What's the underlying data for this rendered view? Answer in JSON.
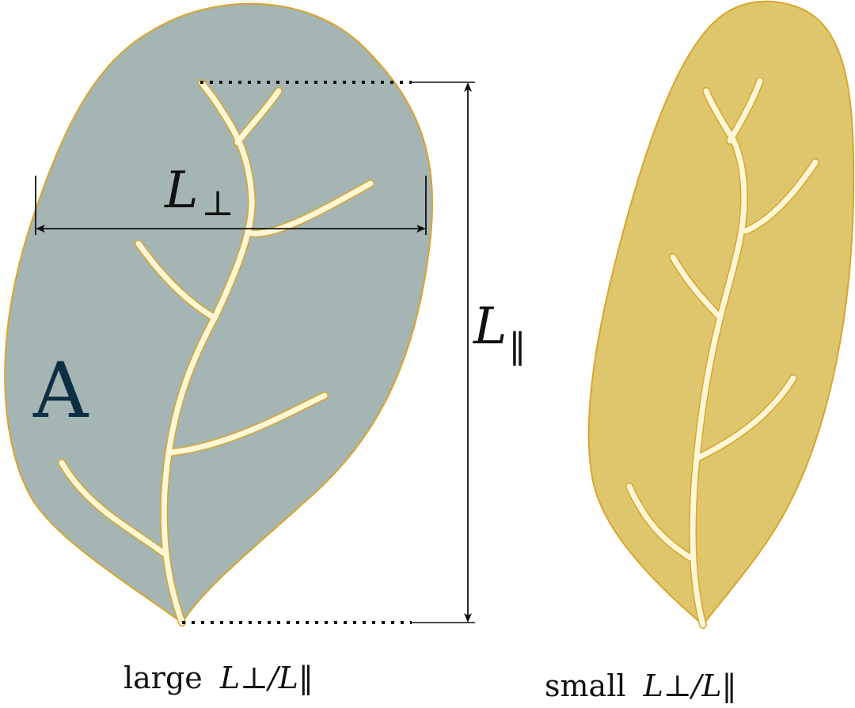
{
  "panel_label": "A",
  "dimension_labels": {
    "perp_symbol": "L",
    "perp_subscript": "⊥",
    "par_symbol": "L",
    "par_subscript": "‖"
  },
  "captions": {
    "left_word": "large",
    "left_expr": "L⊥/L‖",
    "right_word": "small",
    "right_expr": "L⊥/L‖"
  },
  "colors": {
    "left_leaf_fill": "#a4b5b3",
    "right_leaf_fill": "#dec66d",
    "leaf_stroke": "#d9a52c",
    "vein": "#fff7d6",
    "vein_edge": "#d9a52c",
    "panel_label": "#0d2f44",
    "ink": "#111111"
  }
}
